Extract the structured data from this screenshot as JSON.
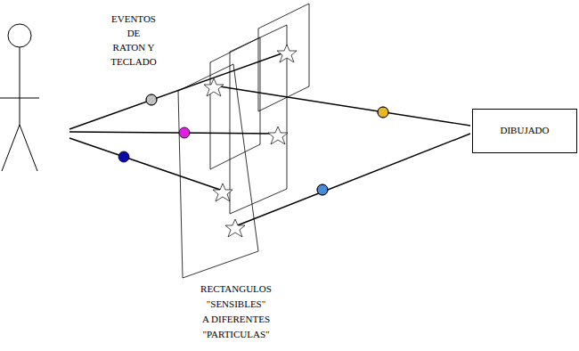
{
  "diagram": {
    "nodes": [
      {
        "text": [
          "DIBUJADO"
        ]
      }
    ],
    "labels": [
      "EVENTOS DE RATON Y TECLADO",
      "RECTANGULOS",
      "\"SENSIBLES\"",
      "A DIFERENTES",
      "\"PARTICULAS\""
    ]
  }
}
